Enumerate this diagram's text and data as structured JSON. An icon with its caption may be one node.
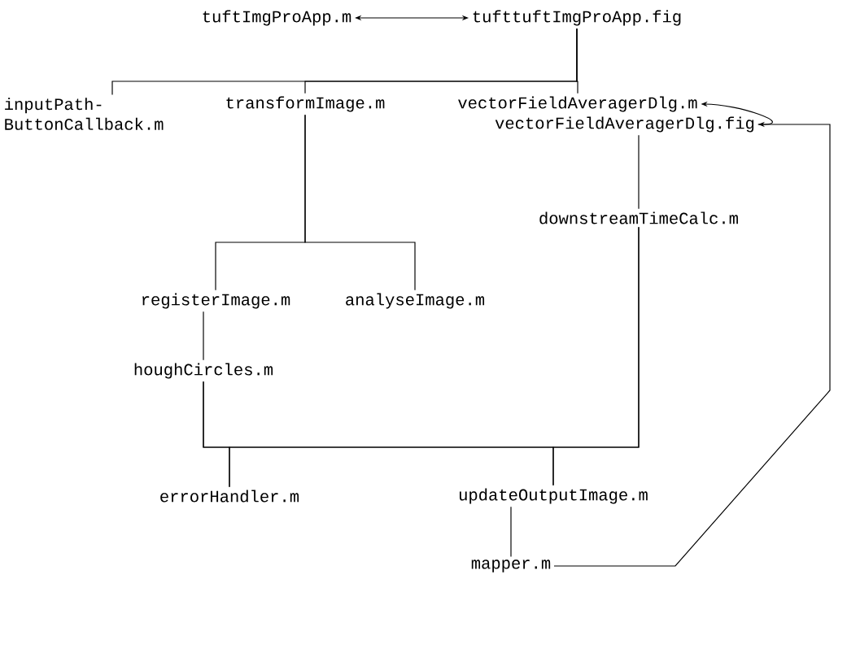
{
  "diagram": {
    "nodes": [
      {
        "text": [
          "tuftImgProApp.m"
        ]
      },
      {
        "text": [
          "tufttuftImgProApp.fig"
        ]
      },
      {
        "text": [
          "inputPath- ButtonCallback.m"
        ]
      },
      {
        "text": [
          "transformImage.m"
        ]
      },
      {
        "text": [
          "vectorFieldAveragerDlg.m"
        ]
      },
      {
        "text": [
          "vectorFieldAveragerDlg.fig"
        ]
      },
      {
        "text": [
          "downstreamTimeCalc.m"
        ]
      },
      {
        "text": [
          "registerImage.m"
        ]
      },
      {
        "text": [
          "analyseImage.m"
        ]
      },
      {
        "text": [
          "houghCircles.m"
        ]
      },
      {
        "text": [
          "errorHandler.m"
        ]
      },
      {
        "text": [
          "updateOutputImage.m"
        ]
      },
      {
        "text": [
          "mapper.m"
        ]
      }
    ],
    "edges": [
      {
        "from": 0,
        "to": 1,
        "arrow": "both"
      },
      {
        "from": 1,
        "to": 2,
        "arrow": "none"
      },
      {
        "from": 1,
        "to": 3,
        "arrow": "none"
      },
      {
        "from": 1,
        "to": 4,
        "arrow": "none"
      },
      {
        "from": 4,
        "to": 5,
        "arrow": "both"
      },
      {
        "from": 5,
        "to": 6,
        "arrow": "none"
      },
      {
        "from": 3,
        "to": 7,
        "arrow": "none"
      },
      {
        "from": 3,
        "to": 8,
        "arrow": "none"
      },
      {
        "from": 7,
        "to": 9,
        "arrow": "none"
      },
      {
        "from": 9,
        "to": 10,
        "arrow": "none"
      },
      {
        "from": 9,
        "to": 11,
        "arrow": "none"
      },
      {
        "from": 6,
        "to": 10,
        "arrow": "none"
      },
      {
        "from": 6,
        "to": 11,
        "arrow": "none"
      },
      {
        "from": 5,
        "to": 12,
        "arrow": "none"
      },
      {
        "from": 11,
        "to": 12,
        "arrow": "none"
      }
    ]
  }
}
